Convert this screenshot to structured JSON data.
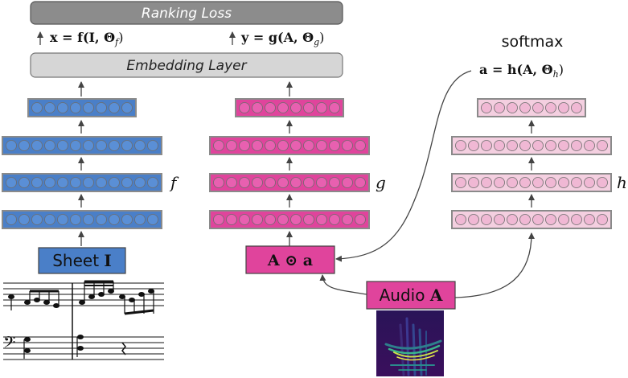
{
  "top": {
    "ranking_loss": "Ranking Loss",
    "embedding_layer": "Embedding Layer"
  },
  "equations": {
    "x": "x = f(I, Θ",
    "x_sub": "f",
    "y": "y = g(A, Θ",
    "y_sub": "g",
    "a": "a = h(A, Θ",
    "a_sub": "h",
    "close": ")"
  },
  "labels": {
    "softmax": "softmax",
    "f": "f",
    "g": "g",
    "h": "h",
    "sheet": "Sheet ",
    "sheet_var": "I",
    "attention": "A ⊙ a",
    "audio": "Audio ",
    "audio_var": "A"
  },
  "colors": {
    "blue_fill": "#4a7fc8",
    "blue_circle": "#5a8fd6",
    "magenta_fill": "#e0449c",
    "magenta_circle": "#e860b0",
    "pink_fill": "#f4cfe0",
    "pink_circle": "#f0b8d4",
    "layer_border": "#8a8a8a",
    "ranking_fill": "#8c8c8c",
    "embedding_fill": "#d6d6d6",
    "arrow": "#444444"
  }
}
